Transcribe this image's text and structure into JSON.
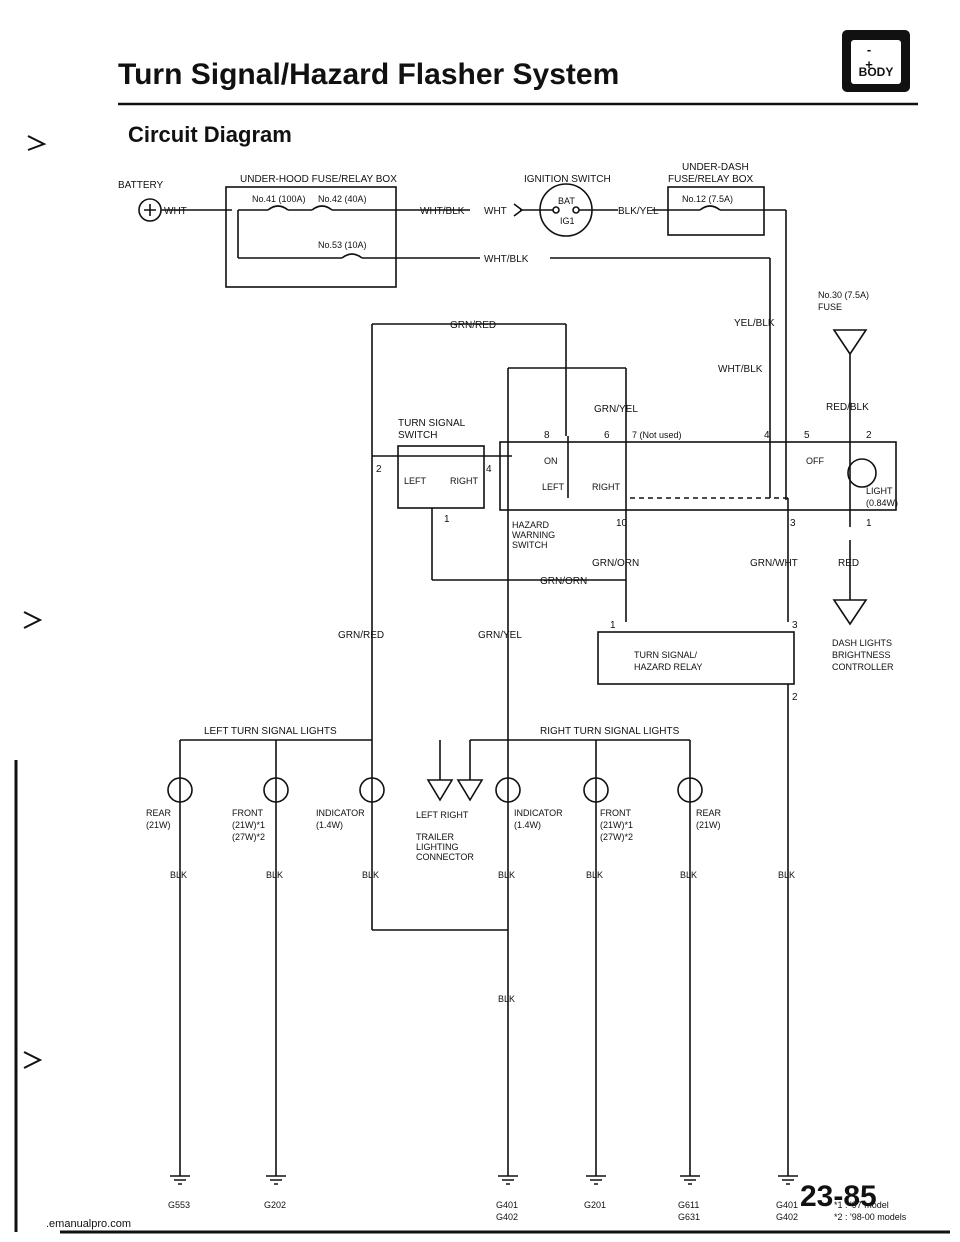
{
  "page_title": "Turn Signal/Hazard Flasher System",
  "section_title": "Circuit Diagram",
  "badge": {
    "label": "BODY",
    "symbols": "- +"
  },
  "page_number": "23-85",
  "footer_url": ".emanualpro.com",
  "labels": {
    "battery": "BATTERY",
    "wht": "WHT",
    "under_hood_box": "UNDER-HOOD FUSE/RELAY BOX",
    "fuse41": "No.41 (100A)",
    "fuse42": "No.42 (40A)",
    "fuse53": "No.53 (10A)",
    "ignition_switch": "IGNITION SWITCH",
    "bat": "BAT",
    "ig1": "IG1",
    "wht_blk_1": "WHT/BLK",
    "wht_2": "WHT",
    "blk_yel": "BLK/YEL",
    "wht_blk_2": "WHT/BLK",
    "under_dash_box_1": "UNDER-DASH",
    "under_dash_box_2": "FUSE/RELAY BOX",
    "fuse12": "No.12 (7.5A)",
    "fuse30_1": "No.30 (7.5A)",
    "fuse30_2": "FUSE",
    "yel_blk": "YEL/BLK",
    "wht_blk_3": "WHT/BLK",
    "red_blk": "RED/BLK",
    "grn_red_1": "GRN/RED",
    "grn_yel_1": "GRN/YEL",
    "turn_signal_switch_1": "TURN SIGNAL",
    "turn_signal_switch_2": "SWITCH",
    "left": "LEFT",
    "right": "RIGHT",
    "pin8": "8",
    "pin6": "6",
    "pin7": "7 (Not used)",
    "pin4a": "4",
    "pin5": "5",
    "pin2a": "2",
    "pin2b": "2",
    "pin4b": "4",
    "pin1a": "1",
    "on": "ON",
    "off": "OFF",
    "left2": "LEFT",
    "right2": "RIGHT",
    "light": "LIGHT",
    "light_w": "(0.84W)",
    "hazard_1": "HAZARD",
    "hazard_2": "WARNING",
    "hazard_3": "SWITCH",
    "pin10": "10",
    "pin3a": "3",
    "pin1b": "1",
    "grn_orn_1": "GRN/ORN",
    "grn_orn_2": "GRN/ORN",
    "grn_wht": "GRN/WHT",
    "red": "RED",
    "pin1c": "1",
    "pin3b": "3",
    "relay_1": "TURN SIGNAL/",
    "relay_2": "HAZARD RELAY",
    "pin2c": "2",
    "dash_1": "DASH LIGHTS",
    "dash_2": "BRIGHTNESS",
    "dash_3": "CONTROLLER",
    "grn_red_2": "GRN/RED",
    "grn_yel_2": "GRN/YEL",
    "left_lights": "LEFT TURN SIGNAL LIGHTS",
    "right_lights": "RIGHT TURN SIGNAL LIGHTS",
    "rear_l_1": "REAR",
    "rear_l_2": "(21W)",
    "front_l_1": "FRONT",
    "front_l_2": "(21W)*1",
    "front_l_3": "(27W)*2",
    "ind_l_1": "INDICATOR",
    "ind_l_2": "(1.4W)",
    "trailer_lr": "LEFT   RIGHT",
    "trailer_1": "TRAILER",
    "trailer_2": "LIGHTING",
    "trailer_3": "CONNECTOR",
    "ind_r_1": "INDICATOR",
    "ind_r_2": "(1.4W)",
    "front_r_1": "FRONT",
    "front_r_2": "(21W)*1",
    "front_r_3": "(27W)*2",
    "rear_r_1": "REAR",
    "rear_r_2": "(21W)",
    "blk1": "BLK",
    "blk2": "BLK",
    "blk3": "BLK",
    "blk4": "BLK",
    "blk5": "BLK",
    "blk6": "BLK",
    "blk7": "BLK",
    "blk8": "BLK",
    "g553": "G553",
    "g202": "G202",
    "g401a_1": "G401",
    "g401a_2": "G402",
    "g201": "G201",
    "g611_1": "G611",
    "g611_2": "G631",
    "g401b_1": "G401",
    "g401b_2": "G402",
    "note1": "*1 : '97 model",
    "note2": "*2 : '98-00 models"
  }
}
